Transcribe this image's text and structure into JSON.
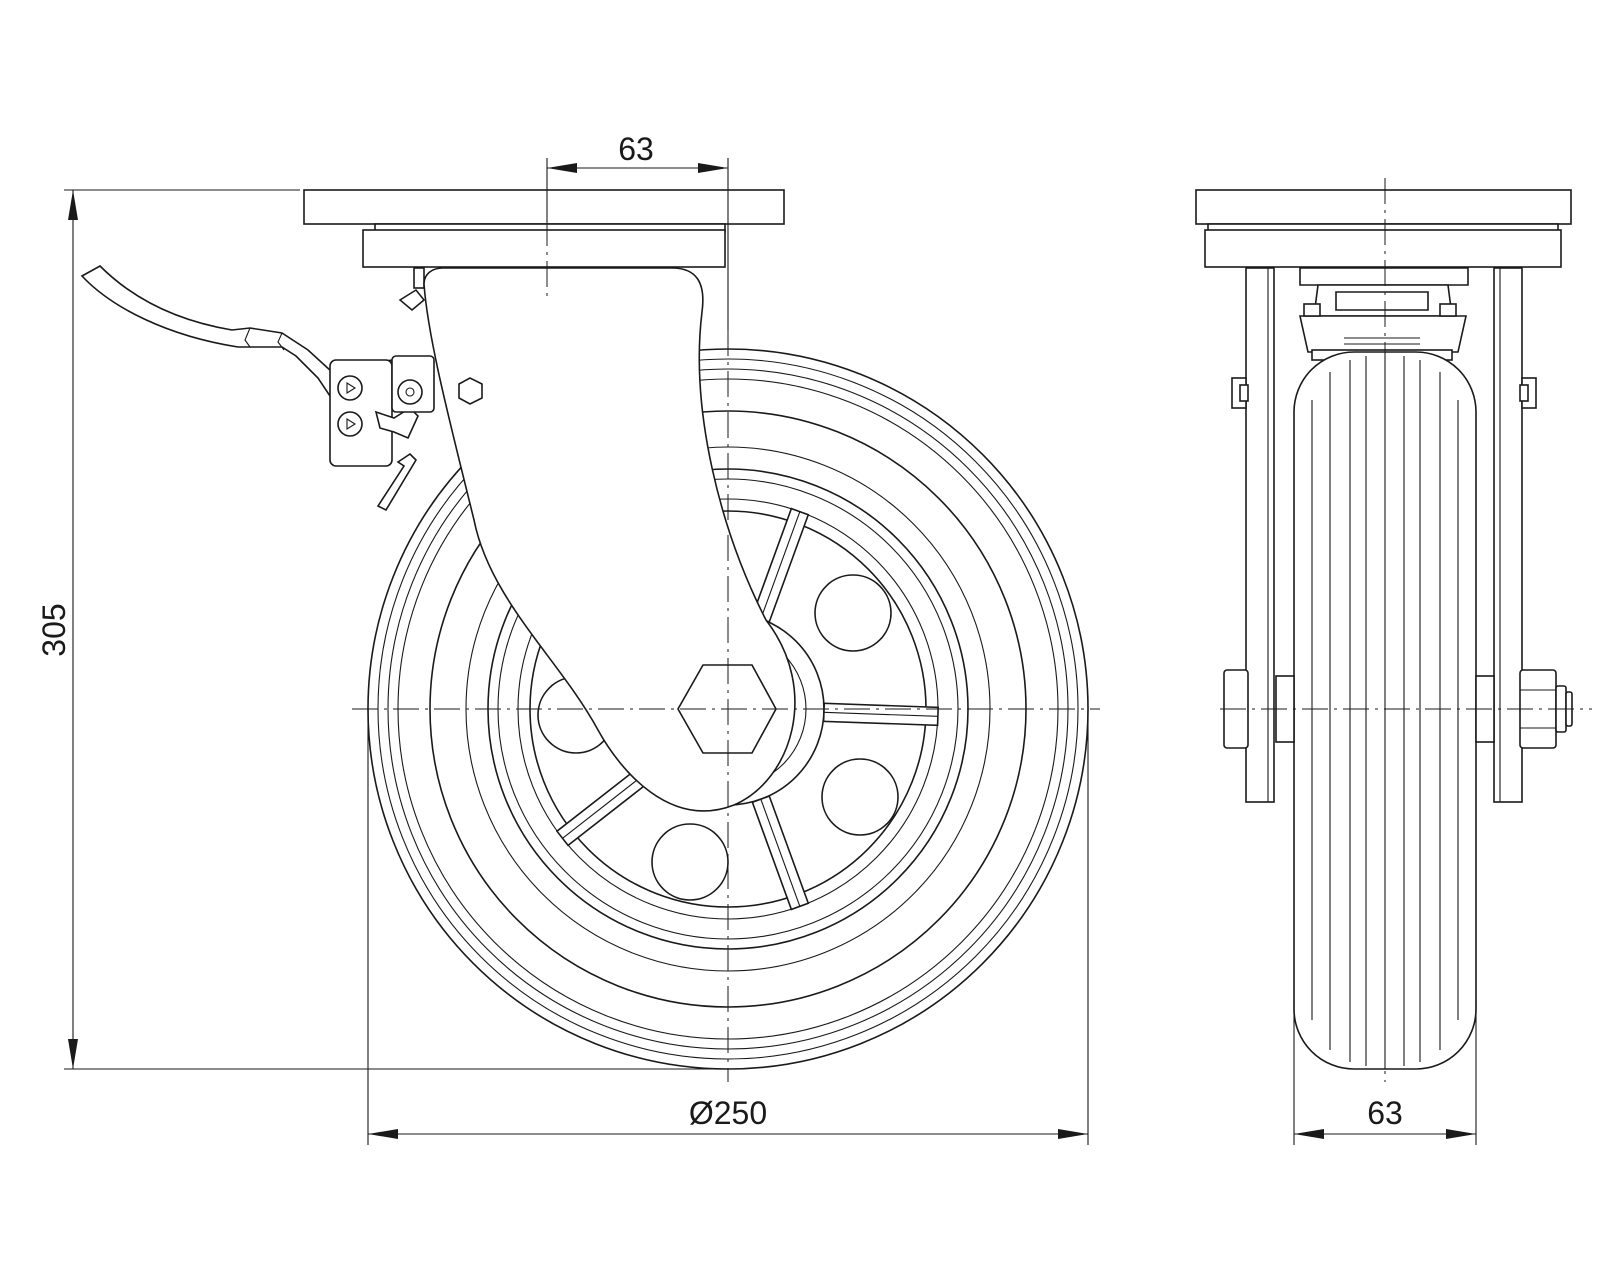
{
  "dimensions": {
    "total_height": "305",
    "wheel_diameter": "Ø250",
    "offset": "63",
    "wheel_width": "63"
  }
}
